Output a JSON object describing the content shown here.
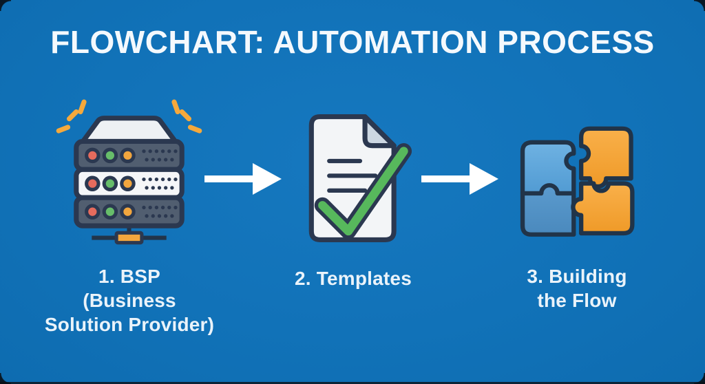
{
  "title": "FLOWCHART: AUTOMATION PROCESS",
  "steps": [
    {
      "id": "bsp",
      "icon": "server-rack-icon",
      "label_lines": [
        "1. BSP",
        "(Business",
        "Solution Provider)"
      ]
    },
    {
      "id": "templates",
      "icon": "document-check-icon",
      "label_lines": [
        "2. Templates"
      ]
    },
    {
      "id": "building-the-flow",
      "icon": "puzzle-pieces-icon",
      "label_lines": [
        "3. Building",
        "the Flow"
      ]
    }
  ],
  "colors": {
    "background": "#1172b8",
    "title_text": "#f4f9fd",
    "label_text": "#eaf3fa",
    "arrow": "#ffffff",
    "outline_dark": "#2b3850",
    "server_panel_dark": "#515e70",
    "server_panel_light": "#f5f6f8",
    "led_red": "#e56b5d",
    "led_green": "#67bd6a",
    "led_orange": "#f2a63e",
    "spark_orange": "#f5a93c",
    "paper": "#f3f5f7",
    "paper_fold": "#ccd7e2",
    "check_green": "#57b85c",
    "puzzle_blue_light": "#68aede",
    "puzzle_blue_medium": "#5b9bce",
    "puzzle_orange": "#f6a637"
  }
}
